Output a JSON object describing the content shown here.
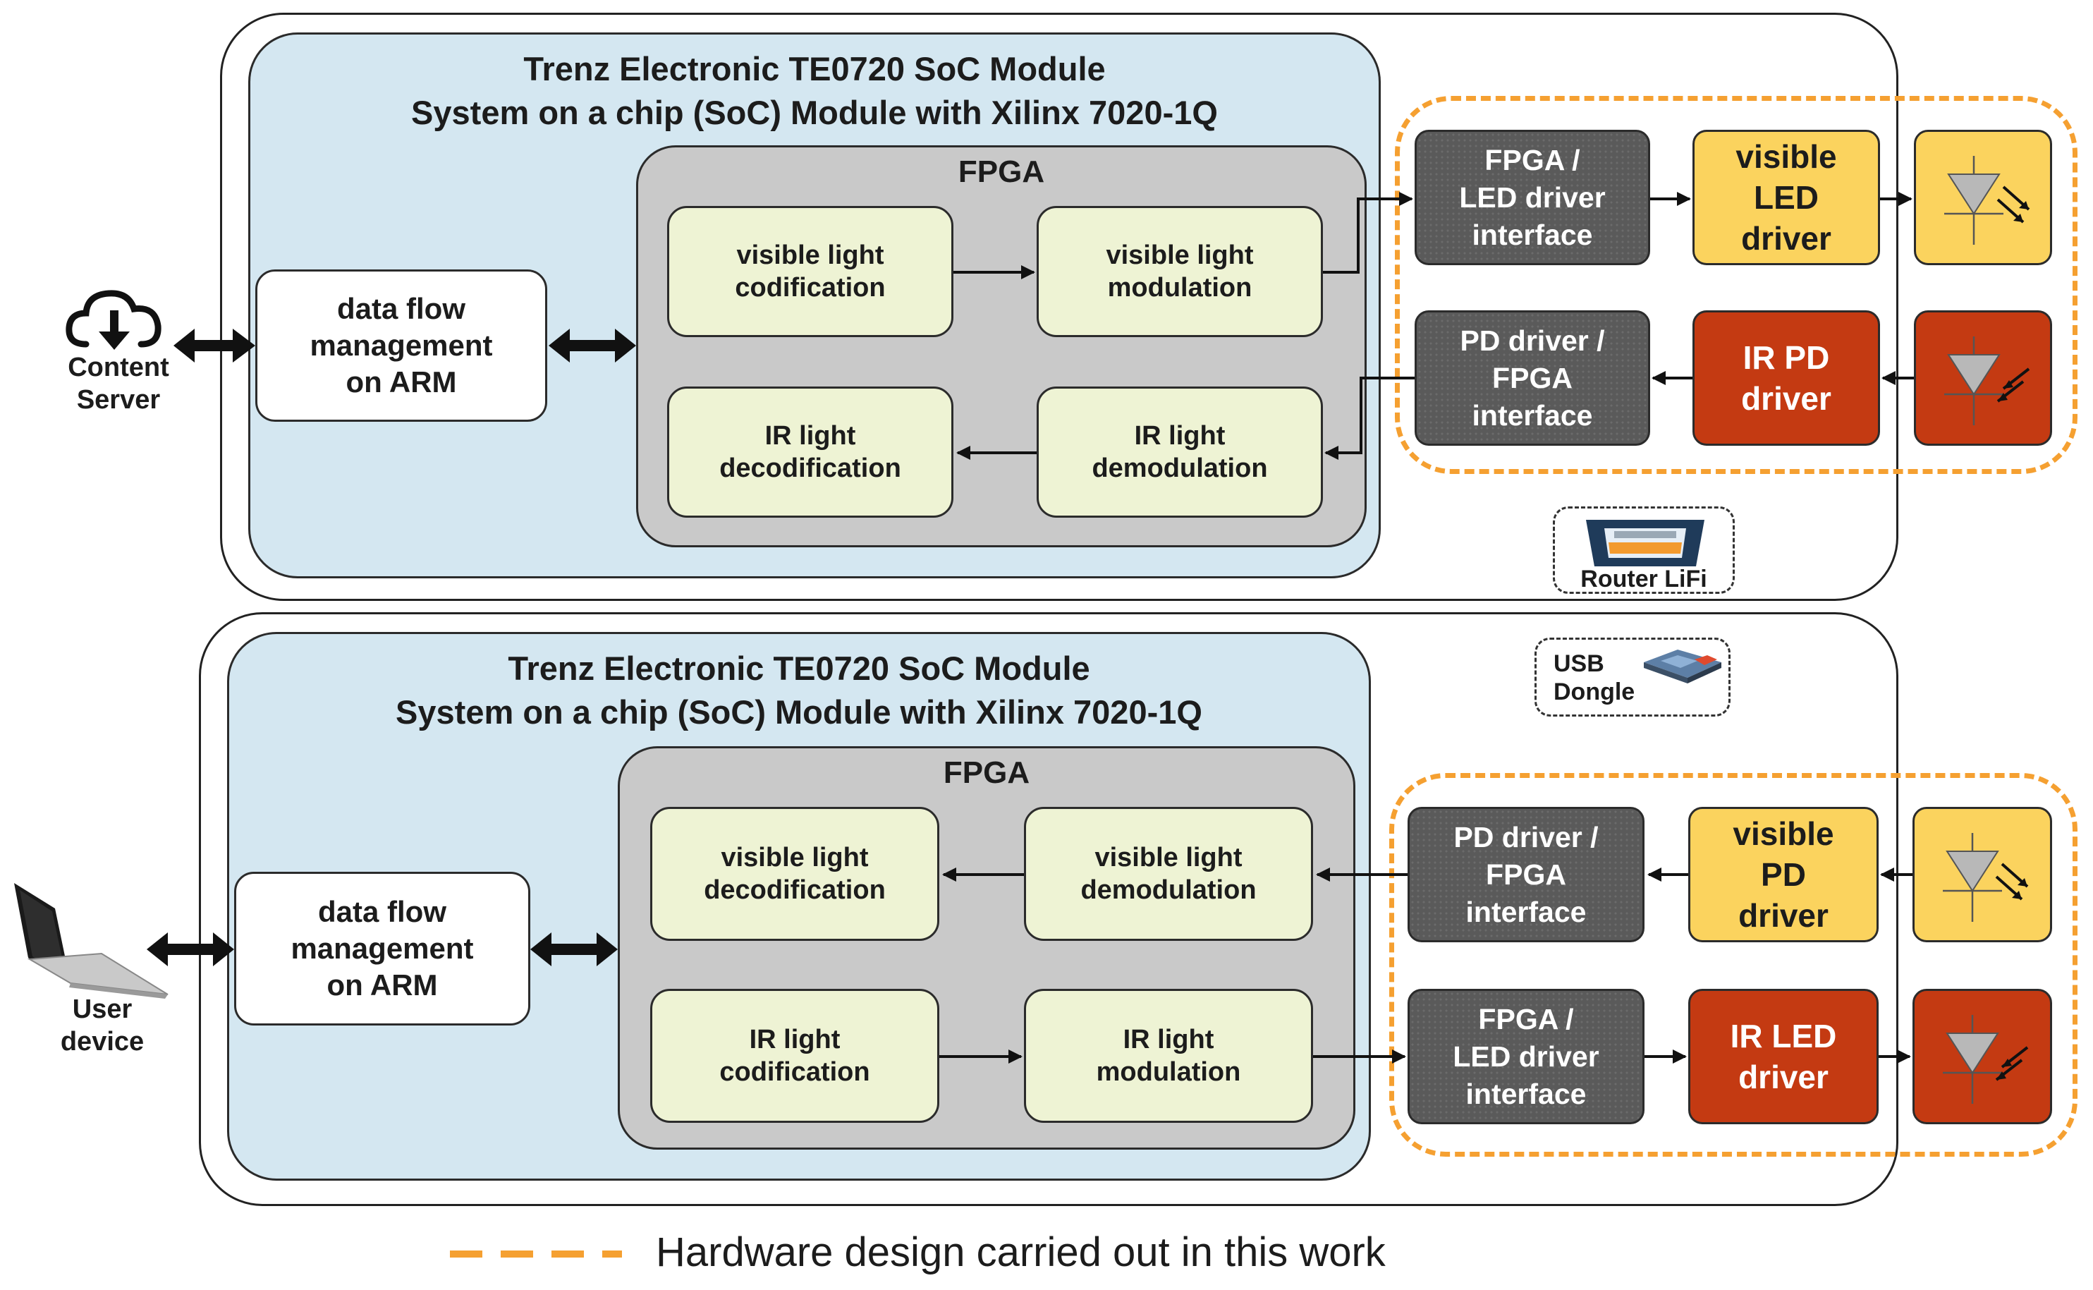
{
  "top": {
    "soc_title_line1": "Trenz Electronic TE0720 SoC Module",
    "soc_title_line2": "System on a chip (SoC) Module with Xilinx 7020-1Q",
    "fpga_title": "FPGA",
    "arm": [
      "data flow",
      "management",
      "on ARM"
    ],
    "blocks": {
      "b1": [
        "visible light",
        "codification"
      ],
      "b2": [
        "visible light",
        "modulation"
      ],
      "b3": [
        "IR light",
        "decodification"
      ],
      "b4": [
        "IR light",
        "demodulation"
      ]
    },
    "dark1": [
      "FPGA /",
      "LED driver",
      "interface"
    ],
    "dark2": [
      "PD driver /",
      "FPGA",
      "interface"
    ],
    "driver1": [
      "visible",
      "LED",
      "driver"
    ],
    "driver2": [
      "IR PD",
      "driver"
    ],
    "device_label": "Router LiFi",
    "endpoint": [
      "Content",
      "Server"
    ]
  },
  "bottom": {
    "soc_title_line1": "Trenz Electronic TE0720 SoC Module",
    "soc_title_line2": "System on a chip (SoC) Module with Xilinx 7020-1Q",
    "fpga_title": "FPGA",
    "arm": [
      "data flow",
      "management",
      "on ARM"
    ],
    "blocks": {
      "b1": [
        "visible light",
        "decodification"
      ],
      "b2": [
        "visible light",
        "demodulation"
      ],
      "b3": [
        "IR light",
        "codification"
      ],
      "b4": [
        "IR light",
        "modulation"
      ]
    },
    "dark1": [
      "PD driver /",
      "FPGA",
      "interface"
    ],
    "dark2": [
      "FPGA /",
      "LED driver",
      "interface"
    ],
    "driver1": [
      "visible",
      "PD",
      "driver"
    ],
    "driver2": [
      "IR LED",
      "driver"
    ],
    "device_label": [
      "USB",
      "Dongle"
    ],
    "endpoint": [
      "User",
      "device"
    ]
  },
  "legend": "Hardware design carried out in this work",
  "colors": {
    "soc_bg": "#d4e7f1",
    "fpga_bg": "#c9c9c9",
    "fpga_block_bg": "#eef3d4",
    "interface_bg": "#5a5a5a",
    "visible_bg": "#fbd35e",
    "ir_bg": "#c43a12",
    "hardware_dash": "#f5a031"
  },
  "icons": {
    "top_endpoint": "cloud-download-icon",
    "bottom_endpoint": "laptop-icon",
    "top_device": "router-icon",
    "bottom_device": "usb-dongle-icon",
    "emitter": "led-diode-icon",
    "receiver": "photodiode-icon"
  }
}
